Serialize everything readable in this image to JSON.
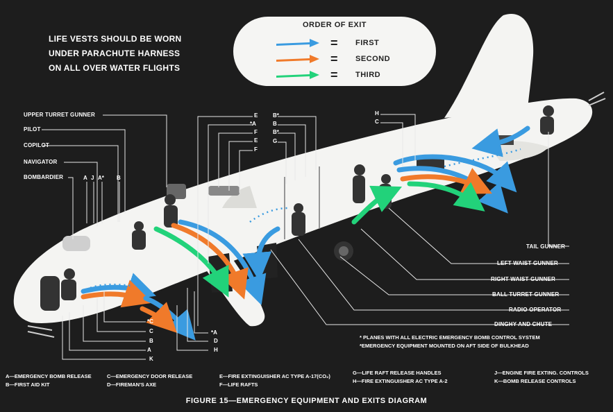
{
  "note": [
    "LIFE VESTS SHOULD BE WORN",
    "UNDER PARACHUTE HARNESS",
    "ON ALL OVER WATER FLIGHTS"
  ],
  "legend": {
    "title": "ORDER OF EXIT",
    "items": [
      {
        "label": "FIRST",
        "color": "#3a9be0"
      },
      {
        "label": "SECOND",
        "color": "#f07a2a"
      },
      {
        "label": "THIRD",
        "color": "#22d27a"
      }
    ],
    "equals": "="
  },
  "left_labels": [
    "UPPER TURRET GUNNER",
    "PILOT",
    "COPILOT",
    "NAVIGATOR",
    "BOMBARDIER"
  ],
  "right_labels": [
    "TAIL GUNNER",
    "LEFT WAIST GUNNER",
    "RIGHT WAIST GUNNER",
    "BALL TURRET GUNNER",
    "RADIO OPERATOR",
    "DINGHY AND CHUTE"
  ],
  "top_letters": {
    "group_left": [
      "A",
      "J",
      "A*",
      "B"
    ],
    "col_e": [
      "E",
      "*A",
      "F",
      "E",
      "F"
    ],
    "col_b": [
      "B*",
      "B",
      "B*",
      "G"
    ],
    "col_h": [
      "H",
      "C"
    ]
  },
  "bottom_letters": {
    "left": [
      "*C",
      "C",
      "B",
      "A",
      "K"
    ],
    "right": [
      "*A",
      "D",
      "H"
    ]
  },
  "footnotes": [
    "* PLANES WITH ALL ELECTRIC EMERGENCY BOMB CONTROL SYSTEM",
    "*EMERGENCY EQUIPMENT MOUNTED ON AFT SIDE OF BULKHEAD"
  ],
  "key": [
    "A—EMERGENCY BOMB RELEASE",
    "B—FIRST AID KIT",
    "C—EMERGENCY DOOR RELEASE",
    "D—FIREMAN'S AXE",
    "E—FIRE EXTINGUISHER AC TYPE A-17(CO₂)",
    "F—LIFE RAFTS",
    "G—LIFE RAFT RELEASE HANDLES",
    "H—FIRE EXTINGUISHER AC TYPE A-2",
    "J—ENGINE FIRE EXTING. CONTROLS",
    "K—BOMB RELEASE CONTROLS"
  ],
  "caption": "FIGURE 15—EMERGENCY EQUIPMENT AND EXITS DIAGRAM",
  "colors": {
    "background": "#1d1d1d",
    "fuselage": "#f4f4f2",
    "first": "#3a9be0",
    "second": "#f07a2a",
    "third": "#22d27a"
  }
}
